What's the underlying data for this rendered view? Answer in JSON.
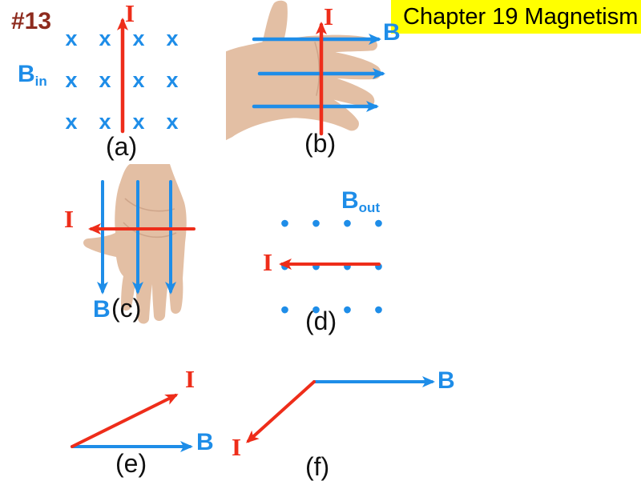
{
  "banner": {
    "title": "Chapter 19 Magnetism"
  },
  "slide_number_label": "#13",
  "colors": {
    "blue": "#1E8DE8",
    "red": "#EE2D1A",
    "dark_red": "#8E2B1E",
    "banner_bg": "#FFFF00",
    "banner_fg": "#000000",
    "skin": "#E3BFA4"
  },
  "diagrams": {
    "a": {
      "caption": "(a)",
      "current_label": "I",
      "field_label_base": "B",
      "field_label_sub": "in",
      "field_grid": {
        "symbol": "x",
        "rows": 3,
        "cols": 4
      }
    },
    "b": {
      "caption": "(b)",
      "current_label": "I",
      "field_label": "B",
      "hand_icon": "right-hand-back-fingers-right-thumb-up"
    },
    "c": {
      "caption": "(c)",
      "current_label": "I",
      "field_label": "B",
      "hand_icon": "right-hand-palm-fingers-down-thumb-left"
    },
    "d": {
      "caption": "(d)",
      "current_label": "I",
      "field_label_base": "B",
      "field_label_sub": "out",
      "field_grid": {
        "symbol": "•",
        "rows": 3,
        "cols": 4
      }
    },
    "e": {
      "caption": "(e)",
      "current_label": "I",
      "field_label": "B"
    },
    "f": {
      "caption": "(f)",
      "current_label": "I",
      "field_label": "B"
    }
  }
}
